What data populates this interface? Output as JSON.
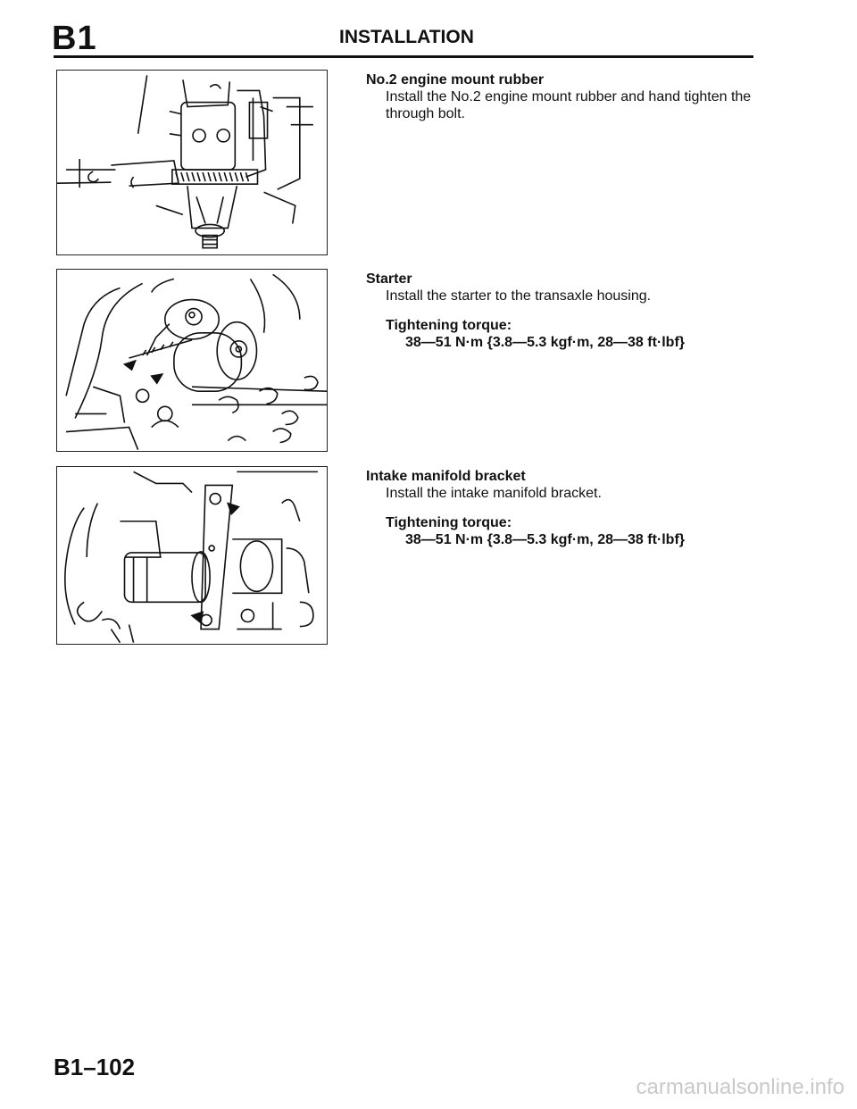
{
  "header": {
    "section_code": "B1",
    "title": "INSTALLATION"
  },
  "steps": [
    {
      "title": "No.2 engine mount rubber",
      "body": "Install the No.2 engine mount rubber and hand tighten the through bolt."
    },
    {
      "title": "Starter",
      "body": "Install the starter to the transaxle housing.",
      "torque_label": "Tightening torque:",
      "torque_value": "38—51 N·m {3.8—5.3 kgf·m, 28—38 ft·lbf}"
    },
    {
      "title": "Intake manifold bracket",
      "body": "Install the intake manifold bracket.",
      "torque_label": "Tightening torque:",
      "torque_value": "38—51 N·m {3.8—5.3 kgf·m, 28—38 ft·lbf}"
    }
  ],
  "footer": {
    "page_number": "B1–102",
    "watermark": "carmanualsonline.info"
  }
}
